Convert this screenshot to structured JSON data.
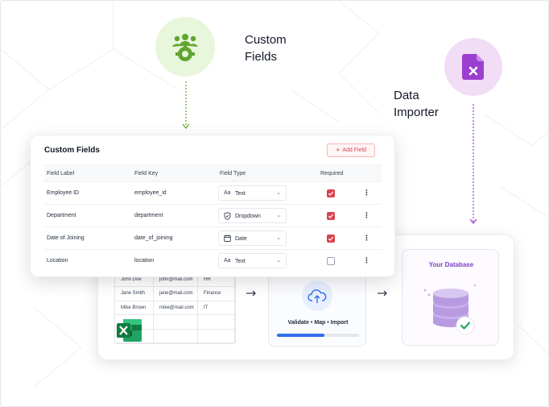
{
  "callouts": {
    "custom_fields": [
      "Custom",
      "Fields"
    ],
    "data_importer": [
      "Data",
      "Importer"
    ]
  },
  "colors": {
    "accent_red": "#d9434d",
    "accent_green": "#5fa52e",
    "accent_purple": "#9b3fd1",
    "progress_blue": "#2f6fed"
  },
  "custom_fields_card": {
    "title": "Custom Fields",
    "add_button": "Add Field",
    "columns": [
      "Field Label",
      "Field Key",
      "Field Type",
      "Required"
    ],
    "rows": [
      {
        "label": "Employee ID",
        "key": "employee_id",
        "type": "Text",
        "type_icon": "text-format-icon",
        "required": true
      },
      {
        "label": "Department",
        "key": "department",
        "type": "Dropdown",
        "type_icon": "shield-check-icon",
        "required": true
      },
      {
        "label": "Date of Joining",
        "key": "date_of_joining",
        "type": "Date",
        "type_icon": "calendar-icon",
        "required": true
      },
      {
        "label": "Location",
        "key": "location",
        "type": "Text",
        "type_icon": "text-format-icon",
        "required": false
      }
    ]
  },
  "spreadsheet": {
    "rows": [
      [
        "John Doe",
        "john@mail.com",
        "HR"
      ],
      [
        "Jane Smith",
        "jane@mail.com",
        "Finance"
      ],
      [
        "Mike Brown",
        "mike@mail.com",
        "IT"
      ]
    ]
  },
  "pipeline": {
    "validate_text": "Validate • Map • Import",
    "progress": 0.58,
    "database_title": "Your Database"
  }
}
